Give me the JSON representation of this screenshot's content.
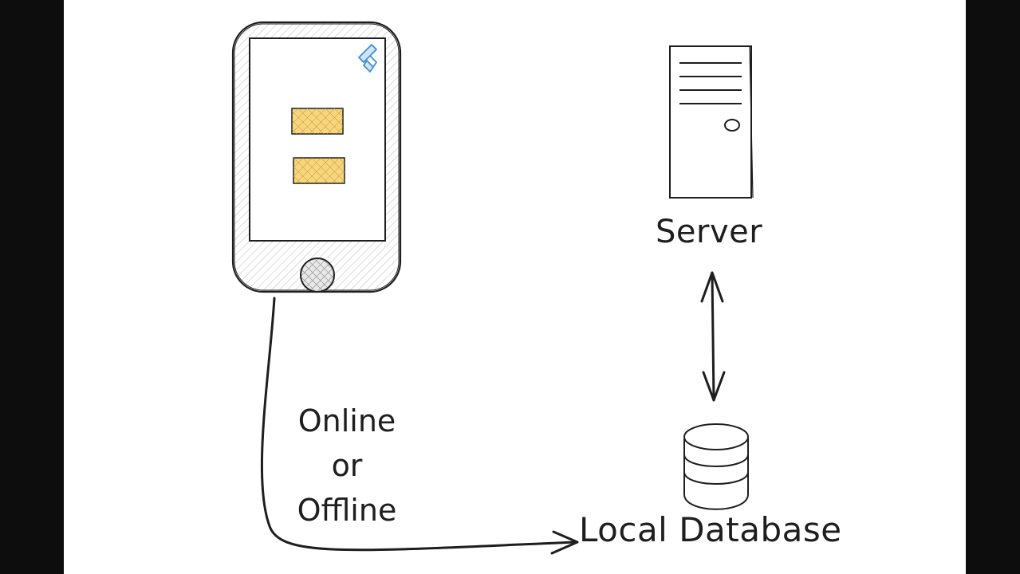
{
  "diagram": {
    "nodes": {
      "server": {
        "label": "Server"
      },
      "local_database": {
        "label": "Local Database"
      }
    },
    "edges": {
      "phone_to_db": {
        "label_lines": [
          "Online",
          "or",
          "Offline"
        ]
      },
      "server_db": {
        "direction": "bidirectional"
      }
    },
    "colors": {
      "stroke": "#1e1e1e",
      "button_fill": "#f5c04a",
      "logo": "#3d8fd6",
      "hatch": "#c9c9c9"
    }
  }
}
